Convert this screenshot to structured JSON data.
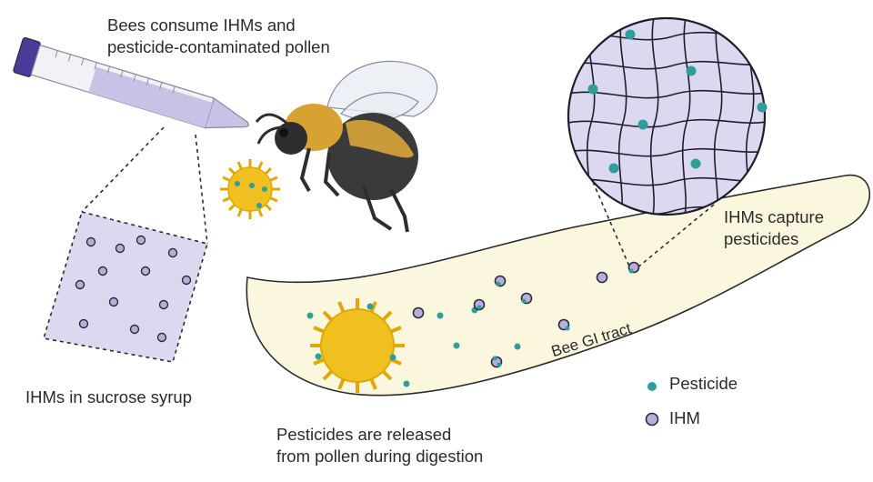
{
  "labels": {
    "consume_line1": "Bees consume IHMs and",
    "consume_line2": "pesticide-contaminated pollen",
    "syrup": "IHMs in sucrose syrup",
    "release_line1": "Pesticides are released",
    "release_line2": "from pollen during digestion",
    "capture_line1": "IHMs capture",
    "capture_line2": "pesticides",
    "gi_tract": "Bee GI tract"
  },
  "legend": {
    "pesticide": "Pesticide",
    "ihm": "IHM"
  },
  "colors": {
    "pesticide": "#2f9e9a",
    "ihm_fill": "#b7aedb",
    "ihm_stroke": "#2b2b3a",
    "tract_fill": "#fbf7df",
    "pollen": "#f0c020",
    "tube_cap": "#4b3a9a",
    "syrup": "#b7aedb",
    "inset_bg": "#dcd8f0"
  },
  "icons": [
    "falcon-tube-icon",
    "bee-icon",
    "pollen-grain-icon",
    "ihm-particle-icon",
    "pesticide-dot-icon",
    "hydrogel-mesh-icon"
  ]
}
